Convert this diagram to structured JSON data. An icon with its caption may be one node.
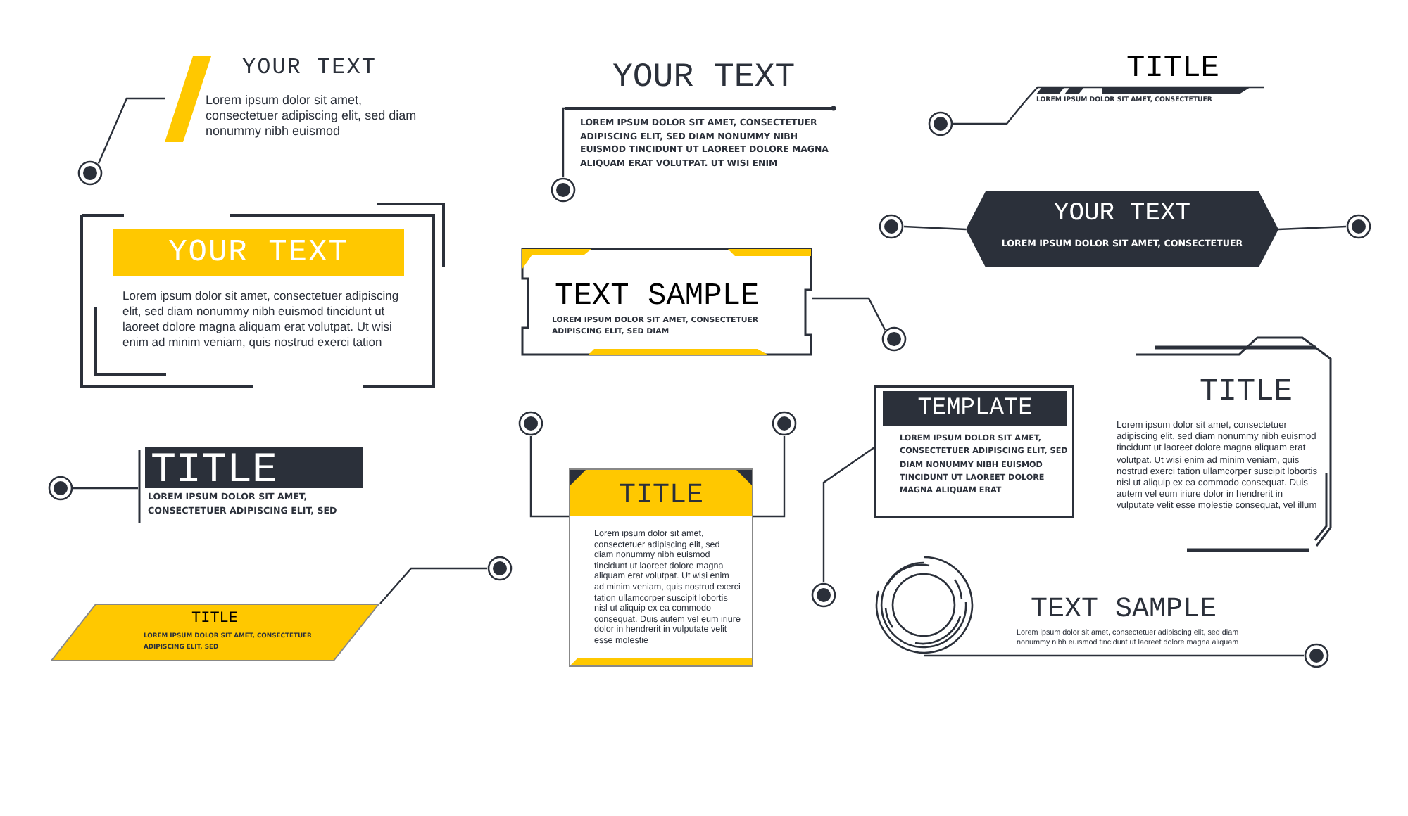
{
  "diagram": {
    "nodes": [
      {
        "text": [
          "YOUR TEXT",
          "Lorem ipsum dolor sit amet, consectetuer adipiscing elit, sed diam nonummy nibh euismod"
        ]
      },
      {
        "text": [],
        "shape": "circle"
      },
      {
        "text": [
          "YOUR TEXT",
          "Lorem ipsum dolor sit amet, consectetuer adipiscing elit, sed diam nonummy nibh euismod tincidunt ut laoreet dolore magna aliquam erat volutpat. Ut wisi enim ad minim veniam, quis nostrud exerci tation"
        ]
      },
      {
        "text": [
          "YOUR TEXT",
          "LOREM IPSUM DOLOR SIT AMET, CONSECTETUER ADIPISCING ELIT, SED DIAM NONUMMY NIBH EUISMOD TINCIDUNT UT LAOREET DOLORE MAGNA ALIQUAM ERAT VOLUTPAT. UT WISI ENIM"
        ]
      },
      {
        "text": [],
        "shape": "circle"
      },
      {
        "text": [
          "TITLE",
          "LOREM IPSUM DOLOR SIT AMET, CONSECTETUER"
        ]
      },
      {
        "text": [],
        "shape": "circle"
      },
      {
        "text": [
          "YOUR TEXT",
          "LOREM IPSUM DOLOR SIT AMET, CONSECTETUER"
        ]
      },
      {
        "text": [],
        "shape": "circle"
      },
      {
        "text": [],
        "shape": "circle"
      },
      {
        "text": [
          "TEXT SAMPLE",
          "LOREM IPSUM DOLOR SIT AMET, CONSECTETUER ADIPISCING ELIT, SED DIAM"
        ]
      },
      {
        "text": [],
        "shape": "circle"
      },
      {
        "text": [
          "TITLE",
          "LOREM IPSUM DOLOR SIT AMET, CONSECTETUER ADIPISCING ELIT, SED"
        ]
      },
      {
        "text": [],
        "shape": "circle"
      },
      {
        "text": [
          "TITLE",
          "LOREM IPSUM DOLOR SIT AMET, CONSECTETUER ADIPISCING ELIT, SED"
        ]
      },
      {
        "text": [],
        "shape": "circle"
      },
      {
        "text": [
          "TITLE",
          "Lorem ipsum dolor sit amet, consectetuer adipiscing elit, sed diam nonummy nibh euismod tincidunt ut laoreet dolore magna aliquam erat volutpat. Ut wisi enim ad minim veniam, quis nostrud exerci tation ullamcorper suscipit lobortis nisl ut aliquip ex ea commodo consequat. Duis autem vel eum iriure dolor in hendrerit in vulputate velit esse molestie"
        ]
      },
      {
        "text": [],
        "shape": "circle"
      },
      {
        "text": [],
        "shape": "circle"
      },
      {
        "text": [
          "TEMPLATE",
          "LOREM IPSUM DOLOR SIT AMET, CONSECTETUER ADIPISCING ELIT, SED DIAM NONUMMY NIBH EUISMOD TINCIDUNT UT LAOREET DOLORE MAGNA ALIQUAM ERAT"
        ]
      },
      {
        "text": [],
        "shape": "circle"
      },
      {
        "text": [
          "TITLE",
          "Lorem ipsum dolor sit amet, consectetuer adipiscing elit, sed diam nonummy nibh euismod tincidunt ut laoreet dolore magna aliquam erat volutpat. Ut wisi enim ad minim veniam, quis nostrud exerci tation ullamcorper suscipit lobortis nisl ut aliquip ex ea commodo consequat. Duis autem vel eum iriure dolor in hendrerit in vulputate velit esse molestie consequat, vel illum"
        ]
      },
      {
        "text": [
          "TEXT SAMPLE",
          "Lorem ipsum dolor sit amet, consectetuer adipiscing elit, sed diam nonummy nibh euismod tincidunt ut laoreet dolore magna aliquam"
        ]
      },
      {
        "text": [],
        "shape": "circle"
      },
      {
        "text": [],
        "shape": "circle"
      }
    ],
    "edges": [
      {
        "from": 1,
        "to": 0,
        "arrow": "none"
      },
      {
        "from": 4,
        "to": 3,
        "arrow": "none"
      },
      {
        "from": 6,
        "to": 5,
        "arrow": "none"
      },
      {
        "from": 8,
        "to": 7,
        "arrow": "none"
      },
      {
        "from": 7,
        "to": 9,
        "arrow": "none"
      },
      {
        "from": 10,
        "to": 11,
        "arrow": "none"
      },
      {
        "from": 13,
        "to": 12,
        "arrow": "none"
      },
      {
        "from": 14,
        "to": 15,
        "arrow": "none"
      },
      {
        "from": 17,
        "to": 16,
        "arrow": "none"
      },
      {
        "from": 18,
        "to": 16,
        "arrow": "none"
      },
      {
        "from": 20,
        "to": 19,
        "arrow": "none"
      },
      {
        "from": 23,
        "to": 24,
        "arrow": "none"
      }
    ]
  }
}
